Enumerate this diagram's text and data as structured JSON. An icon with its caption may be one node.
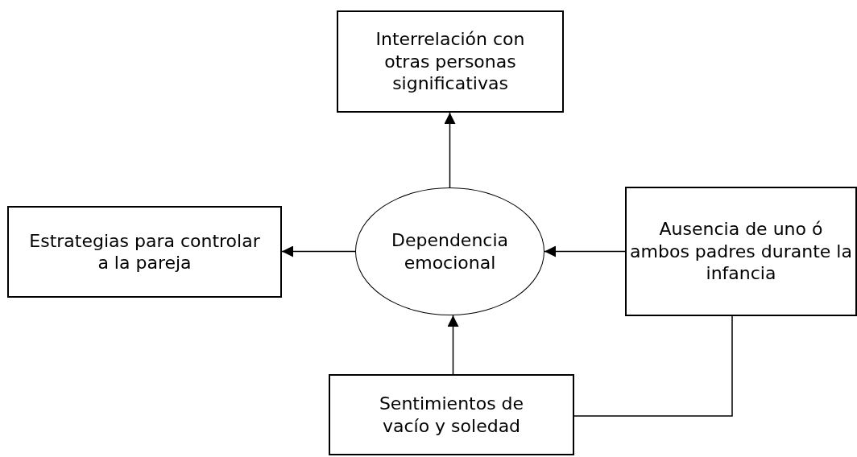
{
  "diagram": {
    "nodes": [
      {
        "text": [
          "Interrelación con otras personas significativas"
        ]
      },
      {
        "text": [
          "Estrategias para controlar a la pareja"
        ]
      },
      {
        "text": [
          "Dependencia emocional"
        ]
      },
      {
        "text": [
          "Ausencia de uno ó ambos padres durante la infancia"
        ]
      },
      {
        "text": [
          "Sentimientos de vacío y soledad"
        ]
      }
    ],
    "edges": [
      {
        "from": 2,
        "to": 0,
        "arrow": "to"
      },
      {
        "from": 2,
        "to": 1,
        "arrow": "to"
      },
      {
        "from": 3,
        "to": 2,
        "arrow": "to"
      },
      {
        "from": 4,
        "to": 2,
        "arrow": "to"
      },
      {
        "from": 3,
        "to": 4,
        "arrow": "none"
      }
    ]
  }
}
